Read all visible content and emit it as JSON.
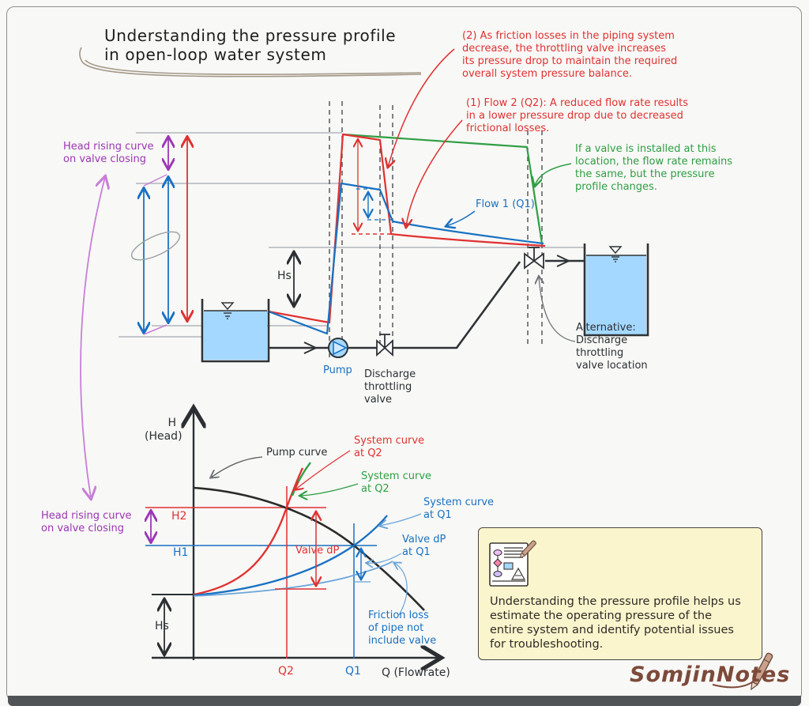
{
  "title": {
    "line1": "Understanding the pressure profile",
    "line2": "in open-loop water system"
  },
  "upper": {
    "head_rising_note": {
      "line1": "Head rising curve",
      "line2": "on valve closing"
    },
    "note2": {
      "lines": [
        "(2) As friction losses in the piping system",
        "decrease, the throttling valve increases",
        "its pressure drop to maintain the required",
        "overall system pressure balance."
      ]
    },
    "note1": {
      "lines": [
        "(1) Flow 2 (Q2): A reduced flow rate results",
        "in a lower pressure drop due to decreased",
        "frictional losses."
      ]
    },
    "valve_note": {
      "lines": [
        "If a valve is installed at this",
        "location, the flow rate remains",
        "the same, but the pressure",
        "profile changes."
      ]
    },
    "flow1_label": "Flow 1 (Q1)",
    "hs_label": "Hs",
    "pump_label": "Pump",
    "discharge_valve_label": {
      "lines": [
        "Discharge",
        "throttling",
        "valve"
      ]
    },
    "alt_valve_label": {
      "lines": [
        "Alternative:",
        "Discharge",
        "throttling",
        "valve location"
      ]
    }
  },
  "chart": {
    "y_axis_label": {
      "line1": "H",
      "line2": "(Head)"
    },
    "x_axis_label": "Q (Flowrate)",
    "pump_curve_label": "Pump curve",
    "system_q2_red_label": {
      "line1": "System curve",
      "line2": "at Q2"
    },
    "system_q2_green_label": {
      "line1": "System curve",
      "line2": "at Q2"
    },
    "system_q1_label": {
      "line1": "System curve",
      "line2": "at Q1"
    },
    "valve_dp_label": "Valve dP",
    "valve_dp_q1_label": {
      "line1": "Valve dP",
      "line2": "at Q1"
    },
    "friction_label": {
      "lines": [
        "Friction loss",
        "of pipe not",
        "include valve"
      ]
    },
    "h2_label": "H2",
    "h1_label": "H1",
    "hs_label": "Hs",
    "q2_label": "Q2",
    "q1_label": "Q1",
    "head_rising_note": {
      "line1": "Head rising curve",
      "line2": "on valve closing"
    }
  },
  "chart_data": {
    "type": "line",
    "title": "Pump and system curves (H vs Q), axes unlabeled numerically",
    "xlabel": "Q (Flowrate)",
    "ylabel": "H (Head)",
    "axis_ranges": {
      "x": [
        0,
        1
      ],
      "y": [
        0,
        1
      ],
      "units": "relative (hand-drawn, no numeric ticks)"
    },
    "grid": false,
    "legend_position": "inline annotations",
    "series": [
      {
        "name": "Pump curve",
        "color": "#2b2b2b",
        "points": [
          [
            0,
            0.69
          ],
          [
            0.3,
            0.65
          ],
          [
            0.47,
            0.58
          ],
          [
            0.62,
            0.46
          ],
          [
            0.75,
            0.33
          ],
          [
            0.89,
            0.2
          ]
        ]
      },
      {
        "name": "System curve at Q2 (throttling valve)",
        "color": "#e03131",
        "points": [
          [
            0,
            0.26
          ],
          [
            0.2,
            0.3
          ],
          [
            0.3,
            0.38
          ],
          [
            0.37,
            0.5
          ],
          [
            0.41,
            0.61
          ],
          [
            0.46,
            0.78
          ]
        ]
      },
      {
        "name": "System curve at Q2 (alternative valve location)",
        "color": "#2f9e44",
        "points": [
          [
            0.42,
            0.66
          ],
          [
            0.47,
            0.78
          ]
        ]
      },
      {
        "name": "System curve at Q1",
        "color": "#1971c2",
        "points": [
          [
            0,
            0.26
          ],
          [
            0.3,
            0.29
          ],
          [
            0.5,
            0.37
          ],
          [
            0.62,
            0.46
          ],
          [
            0.75,
            0.58
          ]
        ]
      },
      {
        "name": "Friction loss of pipe not include valve",
        "color": "#69a4da",
        "points": [
          [
            0,
            0.255
          ],
          [
            0.3,
            0.27
          ],
          [
            0.5,
            0.3
          ],
          [
            0.65,
            0.33
          ],
          [
            0.77,
            0.39
          ]
        ]
      }
    ],
    "operating_points": [
      {
        "label": "Q2 / H2 (red intersection with pump curve)",
        "x": 0.41,
        "y": 0.61
      },
      {
        "label": "Q1 / H1 (blue intersection with pump curve)",
        "x": 0.62,
        "y": 0.46
      }
    ],
    "annotations": [
      "Hs = static head (vertical arrow from x-axis to system-curve start)",
      "H2 > H1 : head rising on valve closing (purple arrow between H1 and H2)",
      "Valve dP = gap between H2 level and friction-loss curve at Q2",
      "Valve dP at Q1 = gap between system curve and friction-loss curve at Q1"
    ]
  },
  "note_box": {
    "lines": [
      "Understanding the pressure profile helps us",
      "estimate the operating pressure of the",
      "entire system and identify potential issues",
      "for troubleshooting."
    ]
  },
  "signature": "SomjinNotes",
  "colors": {
    "red": "#e03131",
    "green": "#2f9e44",
    "blue": "#1971c2",
    "light_blue": "#69a4da",
    "purple": "#9c36b5",
    "light_purple": "#c77fd8",
    "pipe_ink": "#2f3337",
    "tank_fill": "#a5d8ff",
    "note_bg": "#fbf5cd",
    "signature_brown": "#7d4a3a",
    "reference_gray": "#c3c6cb"
  }
}
